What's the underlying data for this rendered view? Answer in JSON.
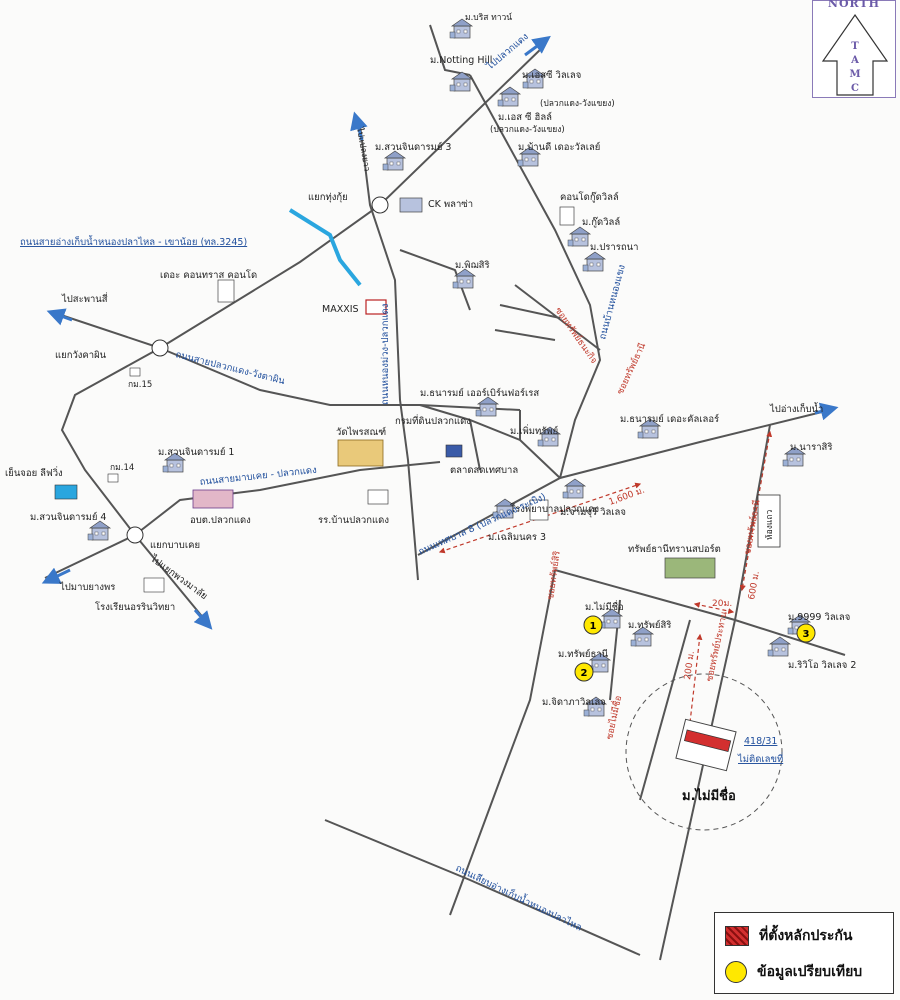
{
  "compass": {
    "title": "NORTH",
    "letters": [
      "T",
      "A",
      "M",
      "C"
    ]
  },
  "places": {
    "m_baris": "ม.บริส ทาวน์",
    "m_notting": "ม.Notting Hill",
    "m_sc1": "ม.เอสซี วิลเลจ",
    "m_sc1_sub": "(ปลวกแดง-วังแขยง)",
    "m_sc2": "ม.เอส ซี ฮิลล์",
    "m_sc2_sub": "(ปลวกแดง-วังแขยง)",
    "m_bandee": "ม.บ้านดี เดอะวัลเลย์",
    "m_suan3": "ม.สวนจินดารมย์ 3",
    "ck": "CK พลาซ่า",
    "yaek_tungkui": "แยกทุ่งกุ้ย",
    "condo_good": "คอนโดกู๊ดวิลล์",
    "m_good": "ม.กู๊ดวิลล์",
    "m_prathana": "ม.ปรารถนา",
    "the_condo": "เดอะ คอนทราส คอนโด",
    "m_phisit": "ม.พิฌสิริ",
    "maxxis": "MAXXIS",
    "yaek_wangkhanin": "แยกวังคาผิน",
    "km15": "กม.15",
    "m_thanarom_green": "ม.ธนารมย์ เออร์เบิร์นฟอร์เรส",
    "wat": "วัดไพรสณฑ์",
    "land_office": "กรมที่ดินปลวกแดง",
    "m_permsap": "ม.เพิ่มทรัพย์",
    "m_thanarom_kt": "ม.ธนารมย์ เดอะคัลเลอร์",
    "m_suan1": "ม.สวนจินดารมย์ 1",
    "km14": "กม.14",
    "yenjai": "เย็นจอย ลีฟวิ่ง",
    "orbortor": "อบต.ปลวกแดง",
    "market": "ตลาดสดเทศบาล",
    "hospital": "โรงพยาบาลปลวกแดง",
    "m_jamjuri": "ม.จามจุรี วิลเลจ",
    "m_chaloem3": "ม.เฉลิมนคร 3",
    "m_suan4": "ม.สวนจินดารมย์ 4",
    "yaek_banlai": "แยกบาบเคย",
    "school_ban": "รร.บ้านปลวกแดง",
    "school_rin": "โรงเรียนอรรินวิทยา",
    "m_narasiri": "ม.นาราสิริ",
    "hongtaew": "ห้องแถว",
    "sapthanee": "ทรัพย์ธานีทรานสปอร์ต",
    "m_mai1": "ม.ไม่มีชื่อ",
    "m_sapsiri": "ม.ทรัพย์สิริ",
    "m_sapthanee": "ม.ทรัพย์ธานี",
    "m_jidapa": "ม.จิดาภาวิลเลจ",
    "m_9999": "ม.9999 วิลเลจ",
    "m_riviera": "ม.ริวิโอ วิลเลจ 2",
    "m_mai_main": "ม.ไม่มีชื่อ",
    "plot_no": "418/31",
    "no_house": "ไม่ติดเลขที่"
  },
  "roads": {
    "dam_road": "ถนนสายอ่างเก็บน้ำหนองปลาไหล - เขาน้อย (ทล.3245)",
    "to_pluakdaeng": "ไปปลวกแดง",
    "to_dam": "ไปอ่างเก็บน้ำ",
    "to_khlongsam": "ไปแปลงยาว",
    "to_tapong": "ไปสะพานสี่",
    "to_bangsai": "ไปมาบยางพร",
    "to_pattaya": "ไปแยกพวงมาลัย",
    "vertical_main": "ถนนหนองม่วง-ปลวกแดง",
    "tarachai_mangkhalin": "ถนนสายปลวกแดง-วังตาผิน",
    "mabkhei_pluak": "ถนนสายมาบเคย - ปลวกแดง",
    "tesaban8": "ถนนเทศบาล 8 (ปลวกแดง-ระเบิง)",
    "soi_right": "ถนนบ้านหนองแขง",
    "soi_cheng": "ซอยทรัพย์ธนะกิจ",
    "soi_9999": "ซอยทรัพย์ธานี",
    "soi_sap": "ซอยทรัพย์ประทาน",
    "soi_sapsiri": "ซอยทรัพย์สิริ",
    "soi_sapthanee": "ซอยทรัพย์ธานี",
    "soi_mai": "ซอยไม่มีชื่อ",
    "bypass": "ถนนเลียบอ่างเก็บน้ำหนองปลาไหล",
    "dist_1600": "1,600 ม.",
    "dist_20": "20ม.",
    "dist_600": "600 ม.",
    "dist_200": "200 ม."
  },
  "markers": {
    "one": "1",
    "two": "2",
    "three": "3"
  },
  "legend": {
    "collateral": "ที่ตั้งหลักประกัน",
    "comparison": "ข้อมูลเปรียบเทียบ"
  },
  "colors": {
    "road": "#555555",
    "road_label": "#1f4e9c",
    "accent_red": "#c0392b",
    "marker_yellow": "#ffe800",
    "water": "#2aa6df",
    "house": "#b7c2de"
  }
}
